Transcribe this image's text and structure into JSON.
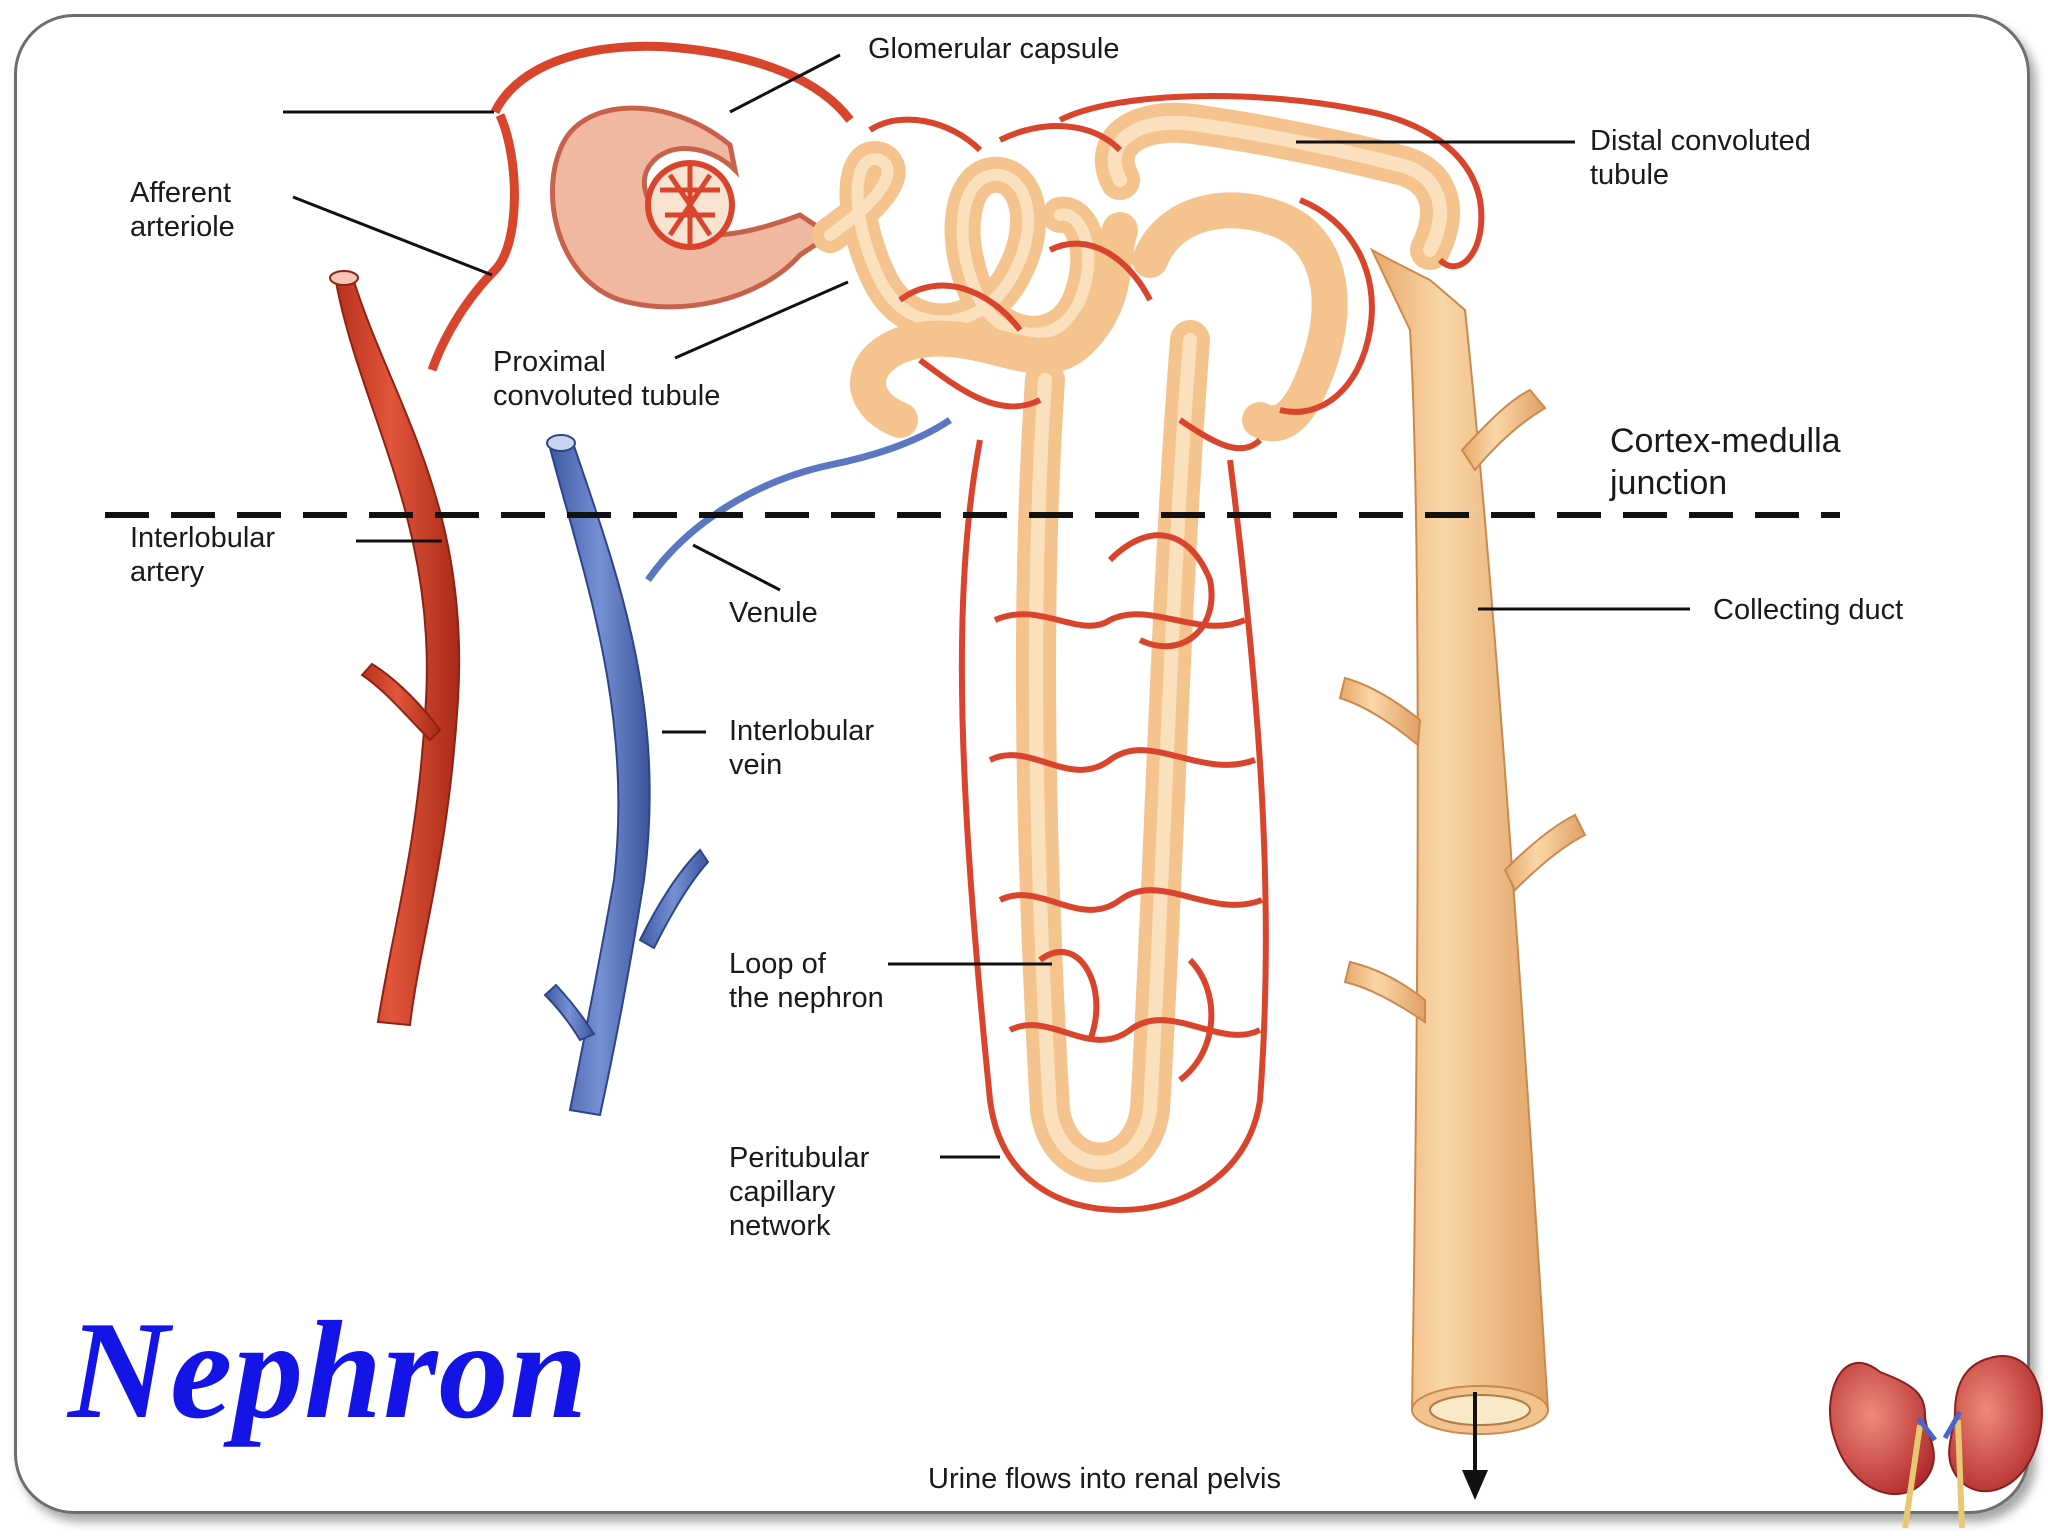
{
  "title": "Nephron",
  "labels": {
    "glomerular_capsule": "Glomerular capsule",
    "distal_convoluted_tubule": "Distal convoluted\ntubule",
    "afferent_arteriole": "Afferent\narteriole",
    "proximal_convoluted_tubule": "Proximal\nconvoluted tubule",
    "cortex_medulla_junction": "Cortex-medulla\njunction",
    "interlobular_artery": "Interlobular\nartery",
    "venule": "Venule",
    "collecting_duct": "Collecting duct",
    "interlobular_vein": "Interlobular\nvein",
    "loop_of_nephron": "Loop of\nthe nephron",
    "peritubular_capillary_network": "Peritubular\ncapillary\nnetwork",
    "urine_flow": "Urine flows into renal pelvis"
  },
  "colors": {
    "artery": "#d8402a",
    "vein": "#5b77c2",
    "tubule": "#f5c48e",
    "capillary": "#d9442c",
    "title": "#1414e6"
  }
}
